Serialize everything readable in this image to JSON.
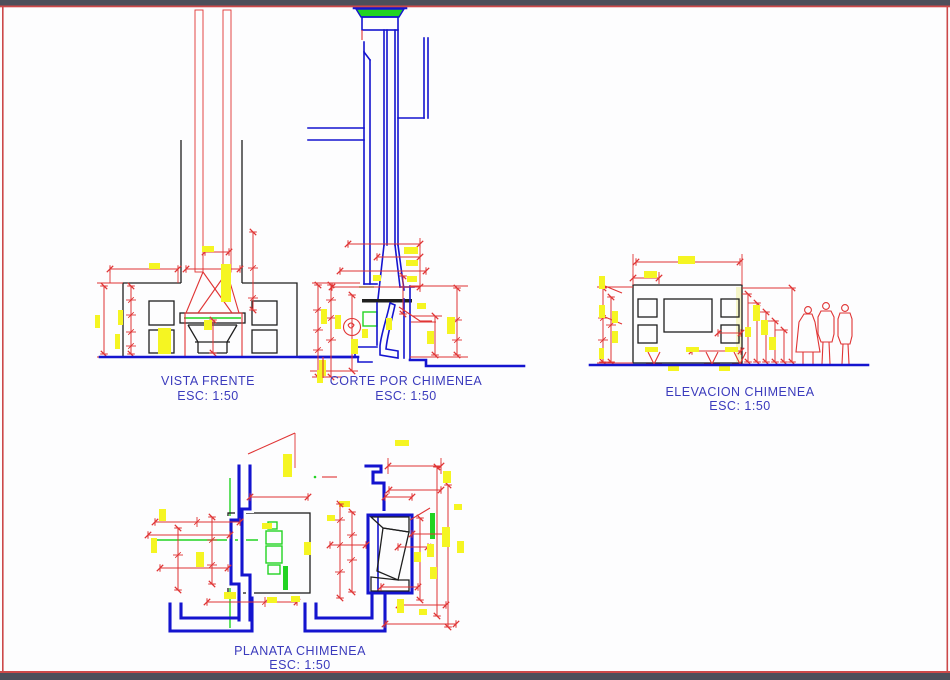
{
  "colors": {
    "paper": "#fdfdfe",
    "frame-dark": "#4c4f5a",
    "frame-red": "#cc4949",
    "cad-blue": "#1414cf",
    "cad-red": "#e03434",
    "cad-green": "#22d322",
    "cad-yellow": "#f5f522",
    "cad-black": "#1f1f1f",
    "label-blue": "#3b3bbd",
    "pale-yellow": "#f6f6c9"
  },
  "views": {
    "vista_frente": {
      "title": "VISTA FRENTE",
      "scale": "ESC: 1:50"
    },
    "corte": {
      "title": "CORTE POR CHIMENEA",
      "scale": "ESC: 1:50"
    },
    "elevacion": {
      "title": "ELEVACION CHIMENEA",
      "scale": "ESC: 1:50"
    },
    "planta": {
      "title": "PLANATA CHIMENEA",
      "scale": "ESC: 1:50"
    }
  }
}
